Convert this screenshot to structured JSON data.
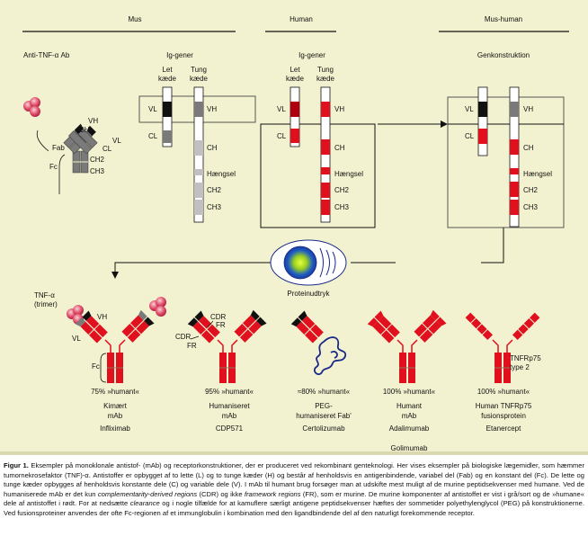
{
  "sections": {
    "mus": "Mus",
    "human": "Human",
    "mus_human": "Mus-human"
  },
  "mus_col": {
    "antibody_title": "Anti-TNF-α Ab",
    "labels": {
      "vh": "VH",
      "ch": "CH",
      "vl": "VL",
      "cl": "CL",
      "fab": "Fab",
      "fc": "Fc",
      "ch2": "CH2",
      "ch3": "CH3"
    },
    "genes_title": "Ig-gener"
  },
  "gene_labels": {
    "light_chain": "Let\nkæde",
    "light_1": "Let",
    "light_2": "kæde",
    "heavy_1": "Tung",
    "heavy_2": "kæde",
    "vl": "VL",
    "cl": "CL",
    "vh": "VH",
    "ch": "CH",
    "hinge": "Hængsel",
    "ch2": "CH2",
    "ch3": "CH3"
  },
  "human_col": {
    "genes_title": "Ig-gener"
  },
  "mus_human_col": {
    "title": "Genkonstruktion"
  },
  "expression_label": "Proteinudtryk",
  "bottom": {
    "tnf_label_1": "TNF-α",
    "tnf_label_2": "(trimer)",
    "vh": "VH",
    "vl": "VL",
    "fc": "Fc",
    "cdr": "CDR",
    "fr": "FR",
    "tnfr_1": "TNFRp75",
    "tnfr_2": "type 2",
    "drugs": [
      {
        "percent": "75% »humant«",
        "type_1": "Kimært",
        "type_2": "mAb",
        "name": "Infliximab"
      },
      {
        "percent": "95% »humant«",
        "type_1": "Humaniseret",
        "type_2": "mAb",
        "name": "CDP571"
      },
      {
        "percent": "≈80% »humant«",
        "type_1": "PEG-",
        "type_2": "humaniseret Fab'",
        "name": "Certolizumab"
      },
      {
        "percent": "100% »humant«",
        "type_1": "Humant",
        "type_2": "mAb",
        "name": "Adalimumab",
        "name_2": "Golimumab"
      },
      {
        "percent": "100% »humant«",
        "type_1": "Human TNFRp75",
        "type_2": "fusionsprotein",
        "name": "Etanercept"
      }
    ]
  },
  "caption": {
    "label": "Figur 1.",
    "p1": " Eksempler på monoklonale antistof- (mAb) og receptorkonstruktioner, der er produceret ved rekombinant genteknologi. Her vises eksempler på biologiske lægemidler, som hæmmer tumornekrosefaktor (TNF)-α. Antistoffer er opbygget af to lette (L) og to tunge kæder (H) og består af henholdsvis en antigenbindende, variabel del (Fab) og en konstant del (Fc). De lette og tunge kæder opbygges af henholdsvis konstante dele (C) og variable dele (V). I mAb til humant brug forsøger man at udskifte mest muligt af de murine peptidsekvenser med humane. Ved de humaniserede mAb er det kun ",
    "i1": "complementarity-derived regions",
    "p2": " (CDR) og ikke ",
    "i2": "framework regions",
    "p3": " (FR), som er murine. De murine komponenter af antistoffet er vist i grå/sort og de »humane« dele af antistoffet i rødt. For at nedsætte ",
    "i3": "clearance",
    "p4": " og i nogle tilfælde for at kamuflere særligt antigene peptidsekvenser hæftes der sommetider polyethylenglycol (PEG) på konstruktionerne. Ved fusionsproteiner anvendes der ofte Fc-regionen af et immunglobulin i kombination med den ligandbindende del af den naturligt forekommende receptor."
  },
  "colors": {
    "background": "#f3f2d0",
    "human_red": "#e0101e",
    "dark_red": "#b00010",
    "murine_black": "#111111",
    "murine_gray": "#7a7a7a",
    "light_gray": "#c0c0c0",
    "tnf_pink": "#e0506a",
    "peg_blue": "#1a2a8a"
  }
}
